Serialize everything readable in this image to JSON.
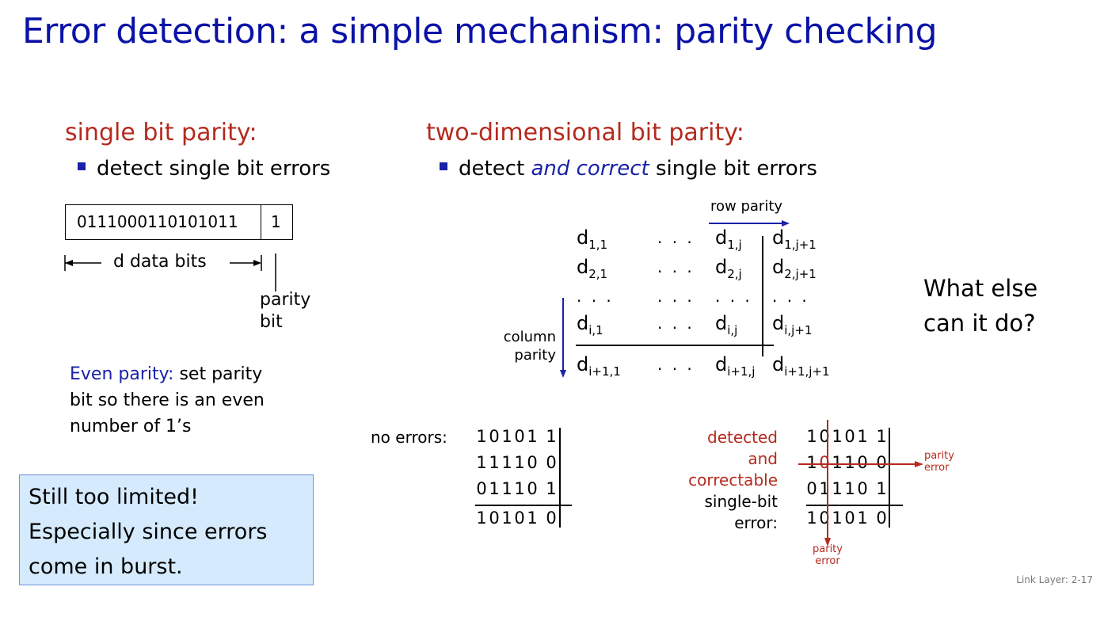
{
  "title": "Error detection: a simple mechanism: parity checking",
  "left": {
    "heading": "single bit parity:",
    "bullet": "detect single bit errors",
    "data_bits": "0111000110101011",
    "parity_bit": "1",
    "data_label": "d data bits",
    "parity_label_1": "parity",
    "parity_label_2": "bit",
    "even_label": "Even parity:",
    "even_text_1": " set parity",
    "even_text_2": "bit so there is an even",
    "even_text_3": "number of 1’s",
    "note_1": "Still too limited!",
    "note_2": "Especially since errors",
    "note_3": "come in burst."
  },
  "right": {
    "heading": "two-dimensional bit parity:",
    "bullet_pre": "detect ",
    "bullet_em": "and correct",
    "bullet_post": " single bit errors",
    "row_parity": "row parity",
    "column_parity_1": "column",
    "column_parity_2": "parity",
    "dots": "· · ·",
    "question_1": "What else",
    "question_2": "can it do?"
  },
  "examples": {
    "no_errors_label": "no errors:",
    "no_errors": [
      [
        "1",
        "0",
        "1",
        "0",
        "1",
        "1"
      ],
      [
        "1",
        "1",
        "1",
        "1",
        "0",
        "0"
      ],
      [
        "0",
        "1",
        "1",
        "1",
        "0",
        "1"
      ],
      [
        "1",
        "0",
        "1",
        "0",
        "1",
        "0"
      ]
    ],
    "err_label_red_1": "detected",
    "err_label_red_2": "and",
    "err_label_red_3": "correctable",
    "err_label_4": "single-bit",
    "err_label_5": "error:",
    "with_error": [
      [
        "1",
        "0",
        "1",
        "0",
        "1",
        "1"
      ],
      [
        "1",
        "0",
        "1",
        "1",
        "0",
        "0"
      ],
      [
        "0",
        "1",
        "1",
        "1",
        "0",
        "1"
      ],
      [
        "1",
        "0",
        "1",
        "0",
        "1",
        "0"
      ]
    ],
    "error_cell": [
      1,
      1
    ],
    "parity_error_1": "parity",
    "parity_error_2": "error"
  },
  "footer": "Link Layer: 2-17",
  "colors": {
    "title": "#0a12a6",
    "red": "#b52a1e",
    "note_bg": "#d5eafc"
  }
}
